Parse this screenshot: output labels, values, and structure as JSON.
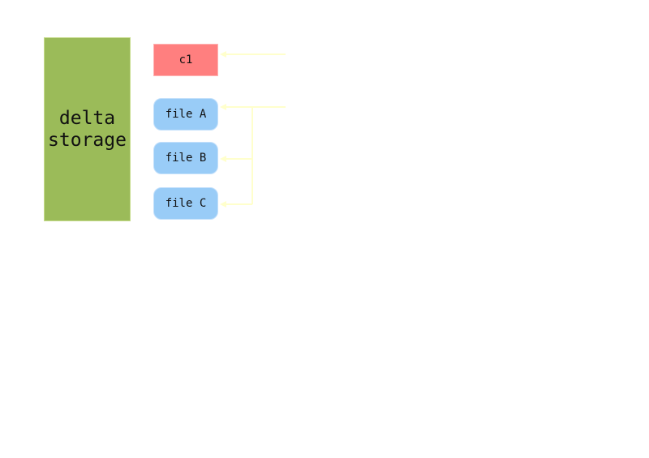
{
  "storage": {
    "label": "delta\nstorage"
  },
  "commit": {
    "label": "c1"
  },
  "files": [
    {
      "label": "file A"
    },
    {
      "label": "file B"
    },
    {
      "label": "file C"
    }
  ],
  "colors": {
    "storage": "#9bbb59",
    "commit": "#ff7f7f",
    "file": "#99ccf7",
    "connector": "#ffffcc"
  }
}
